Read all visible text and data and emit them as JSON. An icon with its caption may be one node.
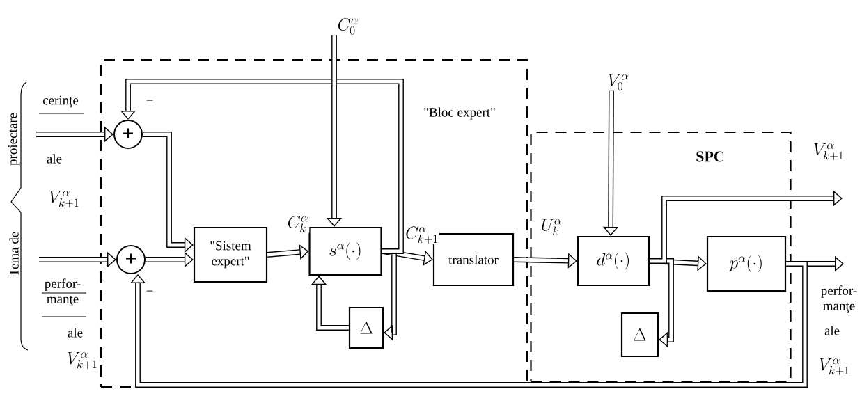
{
  "diagram": {
    "nodes": [
      {
        "text": [
          "\"Bloc expert\""
        ]
      },
      {
        "text": [
          "SPC"
        ]
      },
      {
        "text": [
          "+"
        ],
        "in": 0
      },
      {
        "text": [
          "+"
        ],
        "in": 0
      },
      {
        "text": [
          "\"Sistem expert\""
        ],
        "in": 0
      },
      {
        "text": [
          "s^{\\alpha}(\\cdot)"
        ],
        "in": 0
      },
      {
        "text": [
          "\\Delta"
        ],
        "in": 0
      },
      {
        "text": [
          "translator"
        ],
        "in": 0
      },
      {
        "text": [
          "d^{\\alpha}(\\cdot)"
        ],
        "in": 1
      },
      {
        "text": [
          "p^{\\alpha}(\\cdot)"
        ],
        "in": 1
      },
      {
        "text": [
          "\\Delta"
        ],
        "in": 1
      },
      {
        "text": [
          "C^{\\alpha}_{0}"
        ]
      },
      {
        "text": [
          "V^{\\alpha}_{0}"
        ]
      }
    ],
    "edges": [
      {
        "from": null,
        "to": 2,
        "arrow": "to"
      },
      {
        "from": null,
        "to": 3,
        "arrow": "to"
      },
      {
        "from": 2,
        "to": 4,
        "arrow": "to"
      },
      {
        "from": 3,
        "to": 4,
        "arrow": "to"
      },
      {
        "from": 4,
        "to": 5,
        "arrow": "to",
        "label": "C^{\\alpha}_{k}"
      },
      {
        "from": 5,
        "to": 7,
        "arrow": "to",
        "label": "C^{\\alpha}_{k+1}"
      },
      {
        "from": 5,
        "to": 6,
        "arrow": "to"
      },
      {
        "from": 6,
        "to": 5,
        "arrow": "to"
      },
      {
        "from": 5,
        "to": 2,
        "arrow": "to"
      },
      {
        "from": 11,
        "to": 5,
        "arrow": "to"
      },
      {
        "from": 7,
        "to": 8,
        "arrow": "to",
        "label": "U^{\\alpha}_{k}"
      },
      {
        "from": 12,
        "to": 8,
        "arrow": "to"
      },
      {
        "from": 8,
        "to": 9,
        "arrow": "to"
      },
      {
        "from": 8,
        "to": 10,
        "arrow": "to"
      },
      {
        "from": 8,
        "to": null,
        "arrow": "to"
      },
      {
        "from": 9,
        "to": null,
        "arrow": "to"
      },
      {
        "from": 9,
        "to": 3,
        "arrow": "to"
      }
    ],
    "labels": [
      "Tema de",
      "proiectare",
      "cerinţe",
      "ale",
      "V^{\\alpha}_{k+1}",
      "perfor- manţe",
      "ale",
      "V^{\\alpha}_{k+1}",
      "−",
      "−",
      "V^{\\alpha}_{k+1}",
      "perfor- manţe",
      "ale",
      "V^{\\alpha}_{k+1}"
    ]
  }
}
